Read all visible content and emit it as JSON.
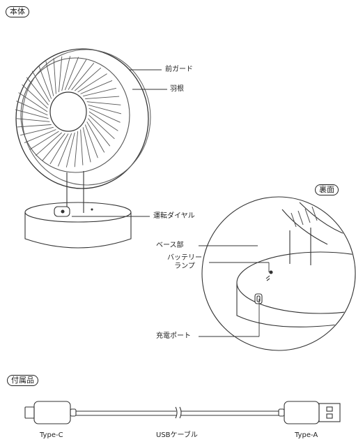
{
  "sections": {
    "main_body": "本体",
    "back": "裏面",
    "accessories": "付属品"
  },
  "callouts": {
    "front_guard": "前ガード",
    "blades": "羽根",
    "dial": "運転ダイヤル",
    "base": "ベース部",
    "battery_lamp_line1": "バッテリー",
    "battery_lamp_line2": "ランプ",
    "charge_port": "充電ポート"
  },
  "cable": {
    "left_label": "Type-C",
    "center_label": "USBケーブル",
    "right_label": "Type-A"
  }
}
